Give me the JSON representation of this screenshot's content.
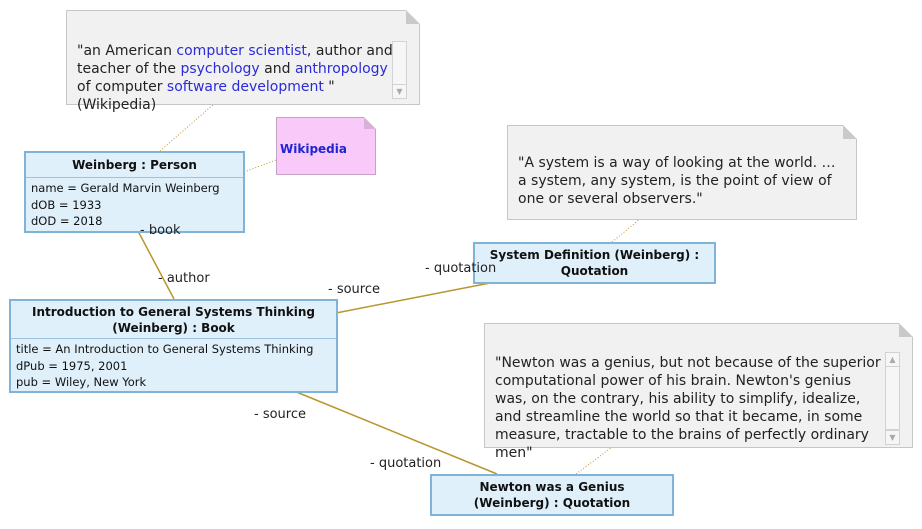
{
  "notes": {
    "weinberg": {
      "prefix": "\"an American ",
      "link1": "computer scientist",
      "mid1": ", author and teacher of the ",
      "link2": "psychology",
      "mid2": " and ",
      "link3": "anthropology",
      "mid3": " of computer ",
      "link4": "software development",
      "suffix": " \" (Wikipedia)"
    },
    "system_def": "\"A system is a way of looking at the world. … a system, any system, is the point of view of one or several observers.\"",
    "newton": "\"Newton was a genius, but not because of the superior computational power of his brain. Newton's genius was, on the contrary, his ability to simplify, idealize, and streamline the world so that it became, in some measure, tractable to the brains of perfectly ordinary men\""
  },
  "wikipedia_link": "Wikipedia",
  "objects": {
    "person": {
      "header": "Weinberg : Person",
      "attrs": [
        "name = Gerald Marvin Weinberg",
        "dOB = 1933",
        "dOD = 2018"
      ]
    },
    "book": {
      "header_line1": "Introduction to General Systems Thinking",
      "header_line2": "(Weinberg) : Book",
      "attrs": [
        "title = An Introduction to General Systems Thinking",
        "dPub = 1975, 2001",
        "pub = Wiley, New York"
      ]
    },
    "system_quote": {
      "header_line1": "System Definition (Weinberg) :",
      "header_line2": "Quotation"
    },
    "newton_quote": {
      "header_line1": "Newton was a Genius",
      "header_line2": "(Weinberg) : Quotation"
    }
  },
  "roles": {
    "book": "- book",
    "author": "- author",
    "source1": "- source",
    "quotation1": "- quotation",
    "source2": "- source",
    "quotation2": "- quotation"
  },
  "colors": {
    "link_line": "#b8962e",
    "object_fill": "#dff0fb",
    "object_border": "#7fb3d8",
    "note_fill": "#f1f1f1",
    "wiki_fill": "#f9c9f9",
    "hyperlink": "#2b2bd6"
  }
}
